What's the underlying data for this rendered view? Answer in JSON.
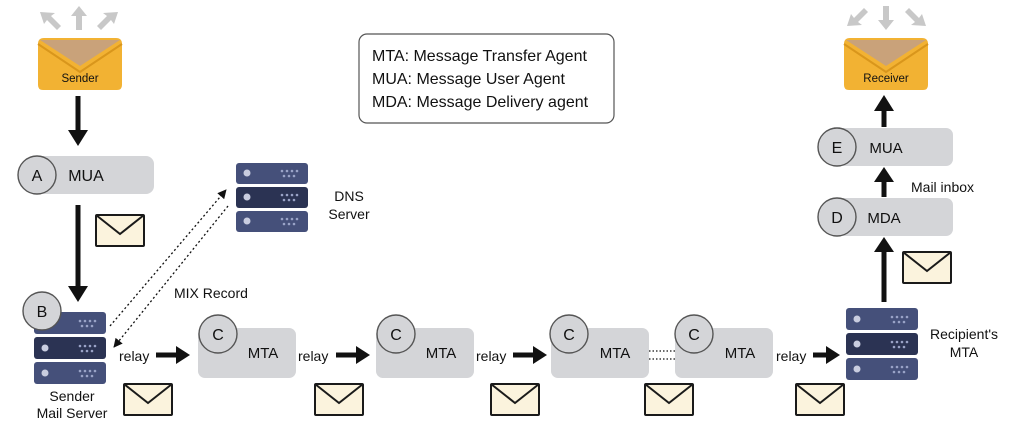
{
  "legend": [
    "MTA: Message Transfer Agent",
    "MUA: Message User Agent",
    "MDA: Message Delivery agent"
  ],
  "sender_label": "Sender",
  "receiver_label": "Receiver",
  "nodes": {
    "mua_sender": {
      "badge": "A",
      "label": "MUA"
    },
    "sender_server": {
      "badge": "B",
      "label_line1": "Sender",
      "label_line2": "Mail Server"
    },
    "mta1": {
      "badge": "C",
      "label": "MTA"
    },
    "mta2": {
      "badge": "C",
      "label": "MTA"
    },
    "mta3": {
      "badge": "C",
      "label": "MTA"
    },
    "mta4": {
      "badge": "C",
      "label": "MTA"
    },
    "mda": {
      "badge": "D",
      "label": "MDA"
    },
    "mua_receiver": {
      "badge": "E",
      "label": "MUA"
    }
  },
  "dns": {
    "line1": "DNS",
    "line2": "Server"
  },
  "recipient_mta": {
    "line1": "Recipient's",
    "line2": "MTA"
  },
  "mix_record": "MIX Record",
  "relay": "relay",
  "mail_inbox": "Mail inbox",
  "colors": {
    "envelope_gold": "#f2b233",
    "envelope_flap": "#c9a27a",
    "server_navy": "#45507a",
    "pill_gray": "#d4d5d8"
  }
}
